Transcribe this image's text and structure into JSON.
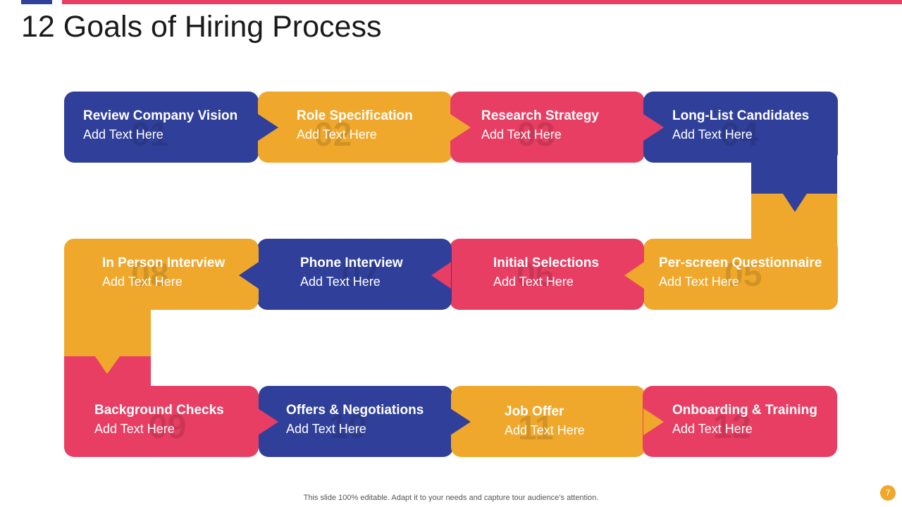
{
  "title": "12 Goals of Hiring Process",
  "colors": {
    "blue": "#30409a",
    "orange": "#f0a82c",
    "red": "#e83e63"
  },
  "steps": [
    {
      "num": "01",
      "title": "Review Company Vision",
      "text": "Add Text Here",
      "color": "#30409a"
    },
    {
      "num": "02",
      "title": "Role Specification",
      "text": "Add Text Here",
      "color": "#f0a82c"
    },
    {
      "num": "03",
      "title": "Research Strategy",
      "text": "Add Text Here",
      "color": "#e83e63"
    },
    {
      "num": "04",
      "title": "Long-List Candidates",
      "text": "Add Text Here",
      "color": "#30409a"
    },
    {
      "num": "05",
      "title": "Per-screen Questionnaire",
      "text": "Add Text Here",
      "color": "#f0a82c"
    },
    {
      "num": "06",
      "title": "Initial Selections",
      "text": "Add Text Here",
      "color": "#e83e63"
    },
    {
      "num": "07",
      "title": "Phone Interview",
      "text": "Add Text Here",
      "color": "#30409a"
    },
    {
      "num": "08",
      "title": "In Person Interview",
      "text": "Add Text Here",
      "color": "#f0a82c"
    },
    {
      "num": "09",
      "title": "Background Checks",
      "text": "Add Text Here",
      "color": "#e83e63"
    },
    {
      "num": "10",
      "title": "Offers & Negotiations",
      "text": "Add Text Here",
      "color": "#30409a"
    },
    {
      "num": "11",
      "title": "Job Offer",
      "text": "Add Text Here",
      "color": "#f0a82c"
    },
    {
      "num": "12",
      "title": "Onboarding & Training",
      "text": "Add Text Here",
      "color": "#e83e63"
    }
  ],
  "footer": "This slide 100% editable. Adapt it to your needs and capture tour audience’s attention.",
  "page_number": "7"
}
